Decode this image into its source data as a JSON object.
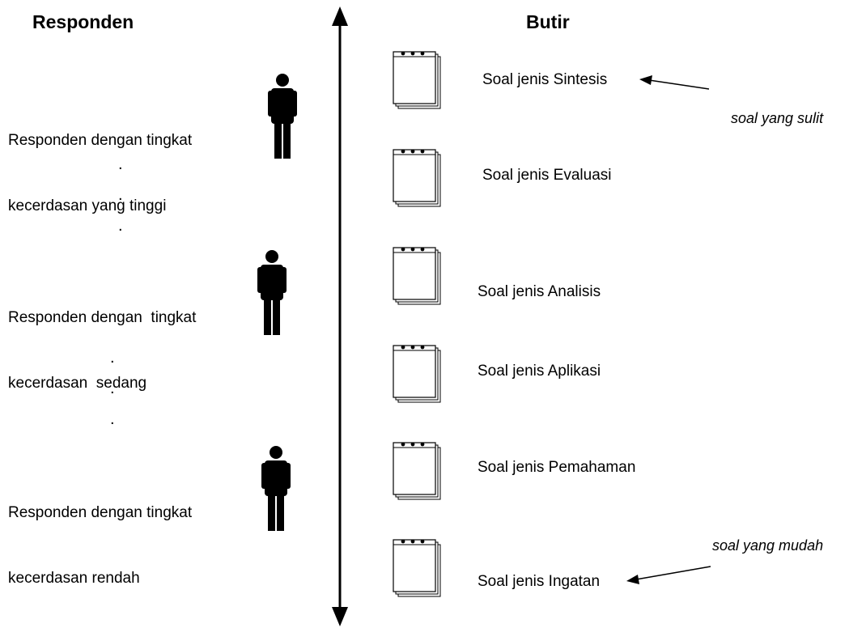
{
  "headers": {
    "left": "Responden",
    "right": "Butir"
  },
  "respondents": [
    {
      "line1": "Responden dengan tingkat",
      "line2": "kecerdasan yang tinggi"
    },
    {
      "line1": "Responden dengan  tingkat",
      "line2": "kecerdasan  sedang"
    },
    {
      "line1": "Responden dengan tingkat",
      "line2": "kecerdasan rendah"
    }
  ],
  "ellipsis_dot": ".",
  "items": [
    "Soal jenis Sintesis",
    "Soal jenis Evaluasi",
    "Soal jenis Analisis",
    "Soal jenis Aplikasi",
    "Soal jenis Pemahaman",
    "Soal jenis Ingatan"
  ],
  "annotations": {
    "hard": "soal yang sulit",
    "easy": "soal yang mudah"
  },
  "icons": {
    "person": "person-silhouette-icon",
    "document": "notepad-icon"
  }
}
